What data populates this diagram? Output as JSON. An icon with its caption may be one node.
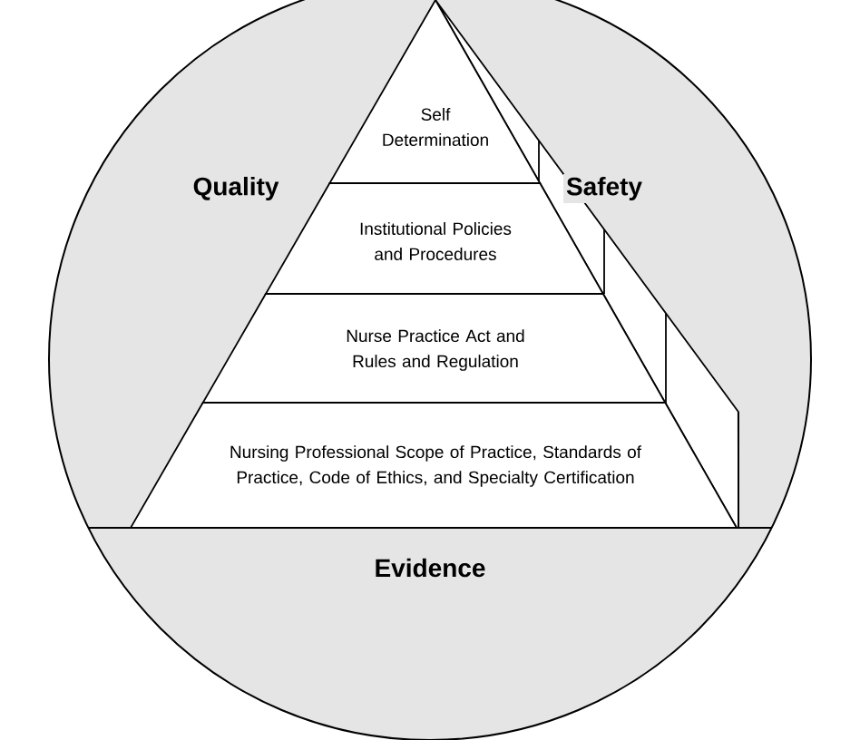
{
  "diagram": {
    "nodes": [
      {
        "text": [
          "Self Determination"
        ]
      },
      {
        "text": [
          "Institutional Policies and Procedures"
        ]
      },
      {
        "text": [
          "Nurse Practice Act and Rules and Regulation"
        ]
      },
      {
        "text": [
          "Nursing Professional Scope of Practice, Standards of Practice, Code of Ethics, and Specialty Certification"
        ]
      }
    ],
    "labels": [
      "Quality",
      "Safety",
      "Evidence"
    ]
  }
}
